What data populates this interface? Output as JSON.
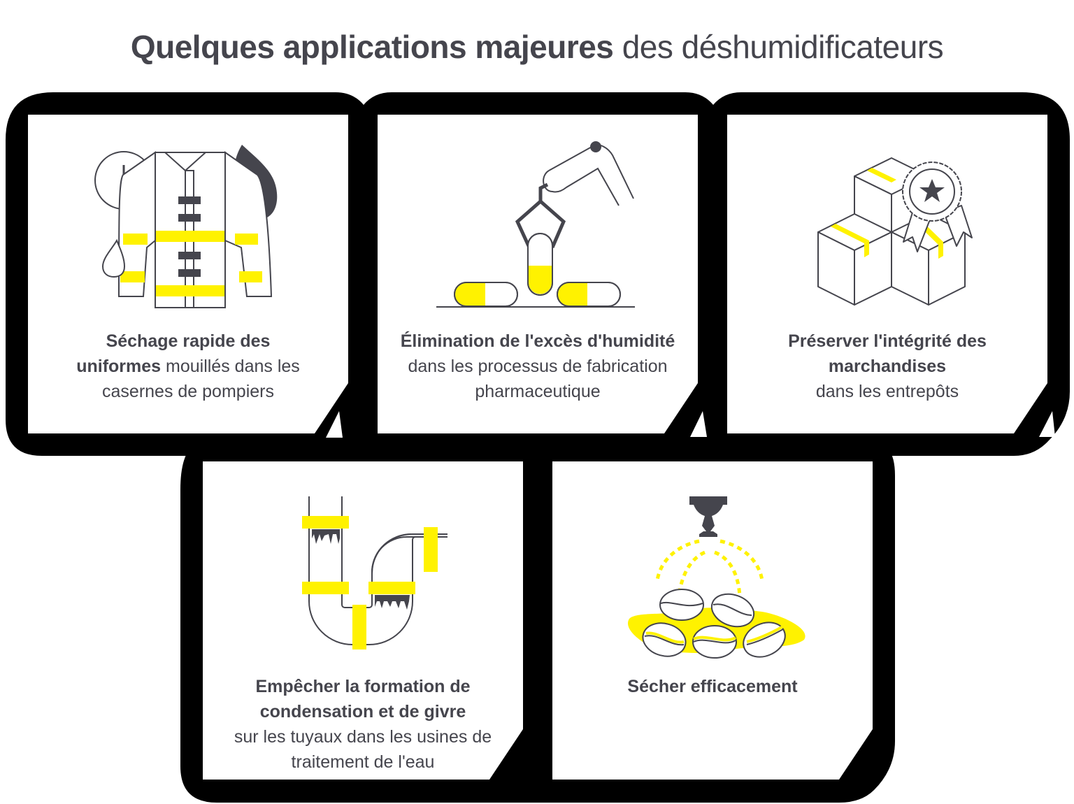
{
  "title": {
    "bold": "Quelques applications majeures",
    "light": "des déshumidificateurs"
  },
  "colors": {
    "accent_yellow": "#FFF200",
    "dark_gray": "#45454D",
    "frame_black": "#000000",
    "background": "#FFFFFF"
  },
  "cards": [
    {
      "icon": "firefighter-jacket-icon",
      "bold_lines": [
        "Séchage rapide des",
        "uniformes"
      ],
      "light_inline": "mouillés dans les",
      "light_lines": [
        "casernes de pompiers"
      ]
    },
    {
      "icon": "robotic-arm-capsule-icon",
      "bold_lines": [
        "Élimination de l'excès d'humidité"
      ],
      "light_lines": [
        "dans les processus de fabrication",
        "pharmaceutique"
      ]
    },
    {
      "icon": "boxes-award-icon",
      "bold_lines": [
        "Préserver l'intégrité des",
        "marchandises"
      ],
      "light_lines": [
        "dans les entrepôts"
      ]
    },
    {
      "icon": "frozen-pipes-icon",
      "bold_lines": [
        "Empêcher la formation de",
        "condensation et de givre"
      ],
      "light_lines": [
        "sur les tuyaux dans les usines de",
        "traitement de l'eau"
      ]
    },
    {
      "icon": "sprinkler-coffee-beans-icon",
      "bold_lines": [
        "Sécher efficacement"
      ],
      "light_lines": []
    }
  ]
}
